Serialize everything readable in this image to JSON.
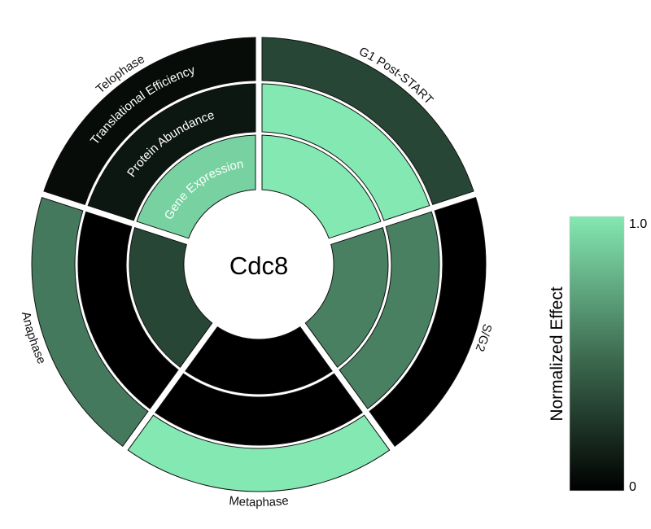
{
  "chart_data": {
    "type": "radial-heatmap",
    "title": "Cdc8",
    "rings": [
      "Gene Expression",
      "Protein Abundance",
      "Translational Efficiency"
    ],
    "phases": [
      "G1 Post-START",
      "S/G2",
      "Metaphase",
      "Anaphase",
      "Telophase"
    ],
    "values": {
      "G1 Post-START": [
        1.0,
        1.0,
        0.3
      ],
      "S/G2": [
        0.55,
        0.55,
        0.0
      ],
      "Metaphase": [
        0.0,
        0.0,
        1.0
      ],
      "Anaphase": [
        0.3,
        0.0,
        0.52
      ],
      "Telophase": [
        0.9,
        0.1,
        0.05
      ]
    },
    "colorbar": {
      "label": "Normalized Effect",
      "min_label": "0",
      "max_label": "1.0",
      "range": [
        0,
        1
      ],
      "color_low": "#000000",
      "color_high": "#84e8b2"
    }
  }
}
